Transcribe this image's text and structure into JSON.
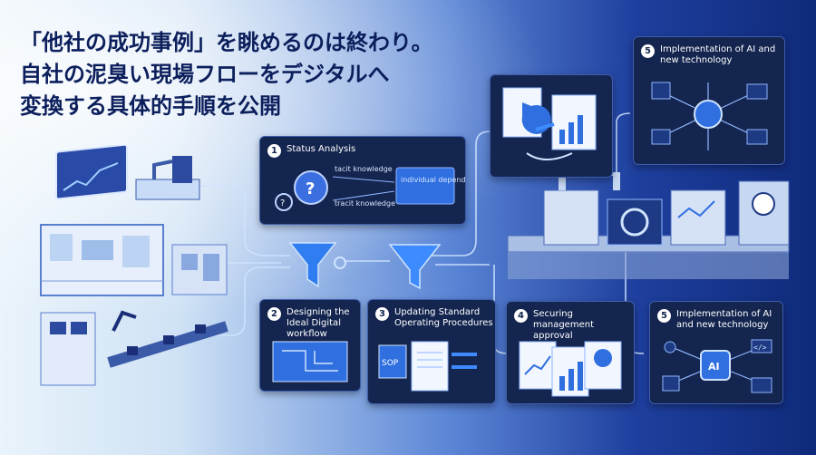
{
  "headline": {
    "line1": "「他社の成功事例」を眺めるのは終わり。",
    "line2": "自社の泥臭い現場フローをデジタルへ",
    "line3": "変換する具体的手順を公開"
  },
  "steps": {
    "status": {
      "num": "1",
      "title": "Status Analysis",
      "note1": "tacit knowledge",
      "note2": "tracit knowledge",
      "note3": "individual dependencies"
    },
    "design": {
      "num": "2",
      "title": "Designing the Ideal Digital workflow"
    },
    "sop": {
      "num": "3",
      "title": "Updating Standard Operating Procedures",
      "doc_label": "SOP"
    },
    "mgmt": {
      "num": "4",
      "title": "Securing management approval"
    },
    "impl_top": {
      "num": "5",
      "title": "Implementation of AI and new technology"
    },
    "impl_bottom": {
      "num": "5",
      "title": "Implementation of AI and new technology",
      "chip_label": "AI",
      "code_label": "</>"
    }
  },
  "colors": {
    "accent": "#2f6fe0",
    "panel": "#14254f",
    "wire": "#9fc6ff"
  }
}
